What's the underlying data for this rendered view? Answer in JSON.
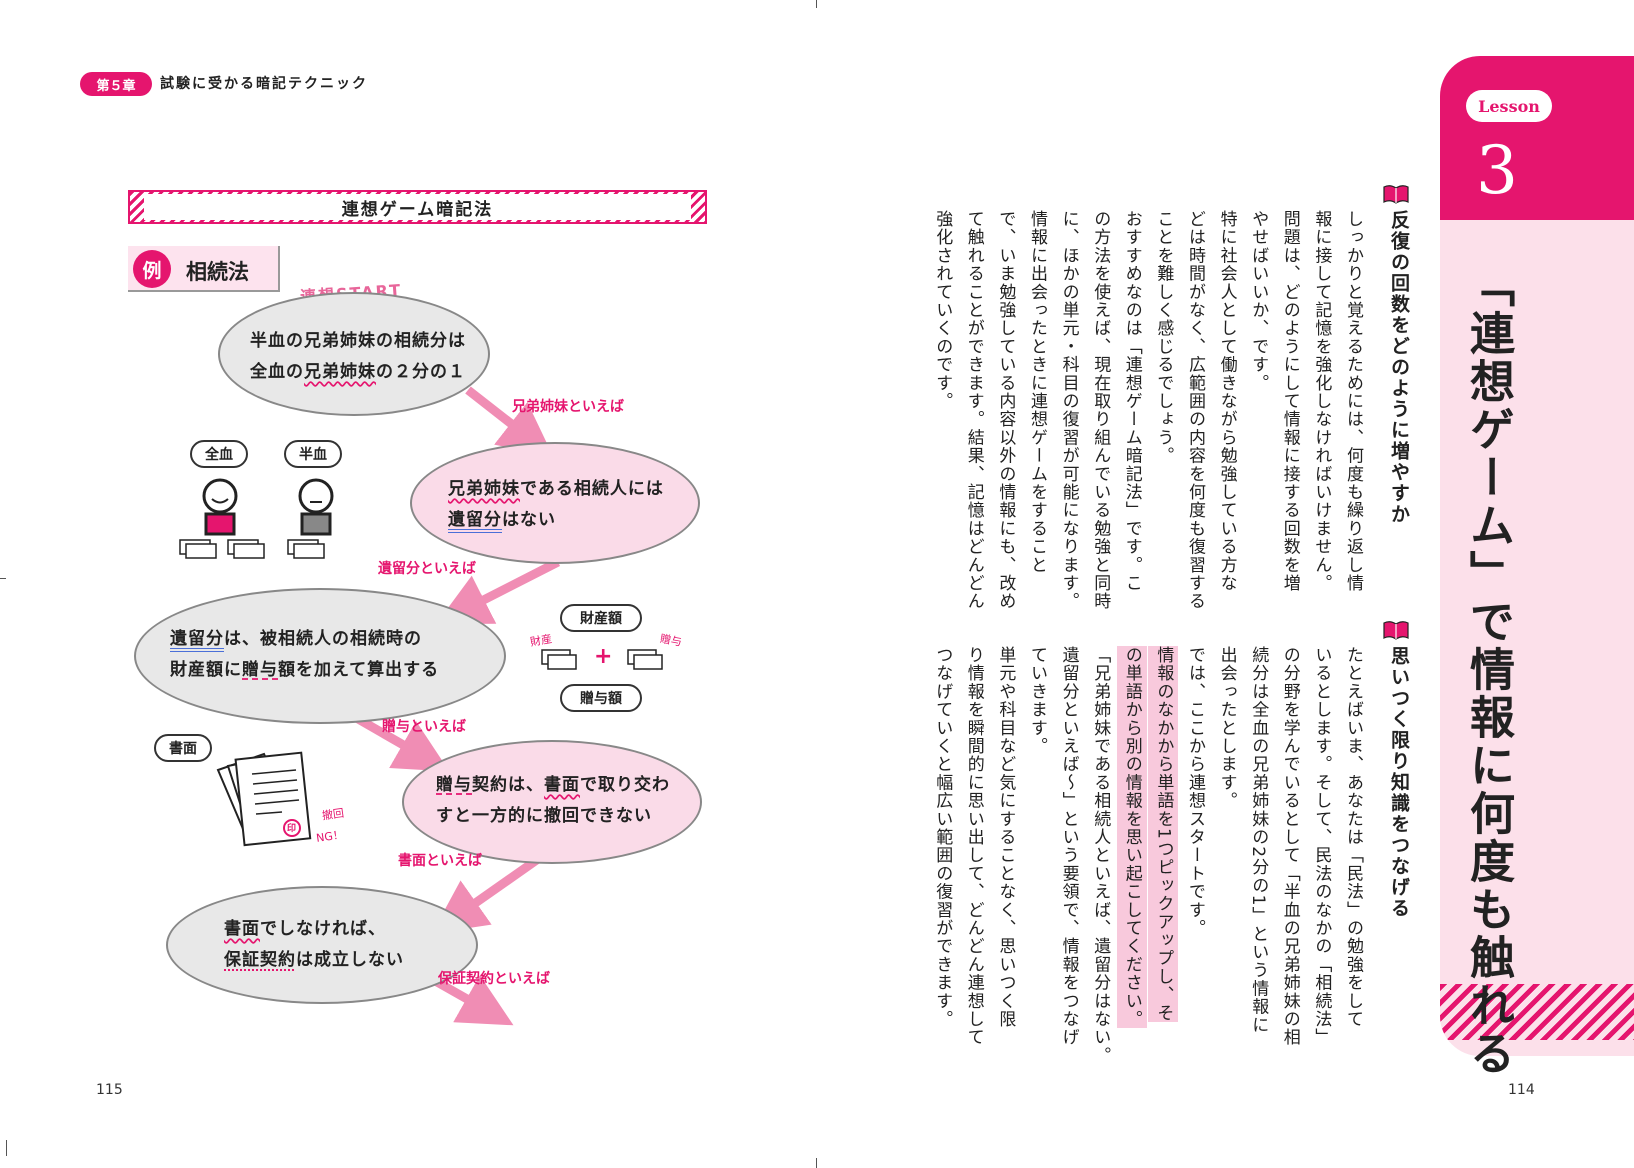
{
  "left_page": {
    "chapter_badge": "第５章",
    "chapter_title": "試験に受かる暗記テクニック",
    "section_title": "連想ゲーム暗記法",
    "example_mark": "例",
    "example_title": "相続法",
    "start_label": "連想START",
    "bubble1": {
      "l1_a": "半血の兄弟姉妹の相続分は",
      "l2_a": "全血の",
      "l2_b": "兄弟姉妹",
      "l2_c": "の２分の１"
    },
    "arrow1": "兄弟姉妹といえば",
    "full_blood": "全血",
    "half_blood": "半血",
    "bubble2": {
      "l1_a": "兄弟姉妹",
      "l1_b": "である相続人には",
      "l2_a": "遺留分",
      "l2_b": "はない"
    },
    "arrow2": "遺留分といえば",
    "bubble3": {
      "l1_a": "遺留分",
      "l1_b": "は、被相続人の相続時の",
      "l2_a": "財産額に",
      "l2_b": "贈与",
      "l2_c": "額を加えて算出する"
    },
    "asset_amount": "財産額",
    "gift_amount": "贈与額",
    "asset_hand": "財産",
    "gift_hand": "贈与",
    "plus": "+",
    "arrow3": "贈与といえば",
    "document_label": "書面",
    "stamp": "印",
    "revoke_note_1": "撤回",
    "revoke_note_2": "NG！",
    "bubble4": {
      "l1_a": "贈与",
      "l1_b": "契約は、",
      "l1_c": "書面",
      "l1_d": "で取り交わ",
      "l2_a": "すと一方的に撤回できない"
    },
    "arrow4": "書面といえば",
    "bubble5": {
      "l1_a": "書面",
      "l1_b": "でしなければ、",
      "l2_a": "保証契約",
      "l2_b": "は成立しない"
    },
    "arrow5": "保証契約といえば",
    "page_number": "115"
  },
  "right_page": {
    "lesson_label": "Lesson",
    "lesson_number": "3",
    "lesson_title": "「連想ゲーム」で情報に何度も触れる",
    "page_number": "114",
    "section1_heading": "反復の回数をどのように増やすか",
    "section1_cols": [
      "しっかりと覚えるためには、何度も繰り返し情",
      "報に接して記憶を強化しなければいけません。",
      "問題は、どのようにして情報に接する回数を増",
      "やせばいいか、です。",
      "特に社会人として働きながら勉強している方な",
      "どは時間がなく、広範囲の内容を何度も復習する",
      "ことを難しく感じるでしょう。",
      "おすすめなのは「連想ゲーム暗記法」です。こ",
      "の方法を使えば、現在取り組んでいる勉強と同時",
      "に、ほかの単元・科目の復習が可能になります。",
      "情報に出会ったときに連想ゲームをすること",
      "で、いま勉強している内容以外の情報にも、改め",
      "て触れることができます。結果、記憶はどんどん",
      "強化されていくのです。"
    ],
    "section2_heading": "思いつく限り知識をつなげる",
    "section2_cols": [
      "たとえばいま、あなたは「民法」の勉強をして",
      "いるとします。そして、民法のなかの「相続法」",
      "の分野を学んでいるとして「半血の兄弟姉妹の相",
      "続分は全血の兄弟姉妹の2分の1」という情報に",
      "出会ったとします。",
      "では、ここから連想スタートです。",
      "情報のなかから単語を1つピックアップし、そ",
      "の単語から別の情報を思い起こしてください。",
      "「兄弟姉妹である相続人といえば、遺留分はない。",
      "遺留分といえば～」という要領で、情報をつなげ",
      "ていきます。",
      "単元や科目など気にすることなく、思いつく限",
      "り情報を瞬間的に思い出して、どんどん連想して",
      "つなげていくと幅広い範囲の復習ができます。"
    ]
  }
}
